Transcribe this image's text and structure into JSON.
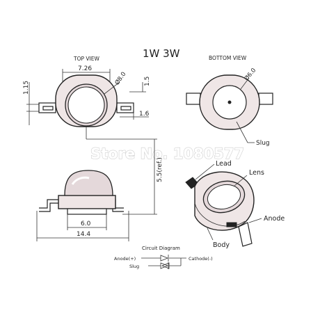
{
  "title": "1W  3W",
  "views": {
    "top": "TOP VIEW",
    "bottom": "BOTTOM VIEW"
  },
  "dimensions": {
    "width_top": "7.26",
    "lens_dia": "Ø8.0",
    "lead_gap": "1.5",
    "left_lead": "1.15",
    "lead_width": "1.6",
    "slug_dia": "Ø6.0",
    "height_ref": "5.5(ref.)",
    "slug_width": "6.0",
    "total_width": "14.4"
  },
  "labels": {
    "slug": "Slug",
    "lead": "Lead",
    "lens": "Lens",
    "anode": "Anode",
    "body": "Body"
  },
  "watermark": "Store No. 1080577",
  "circuit": {
    "title": "Circuit Diagram",
    "anode": "Anode(+)",
    "cathode": "Cathode(-)",
    "slug": "Slug"
  }
}
